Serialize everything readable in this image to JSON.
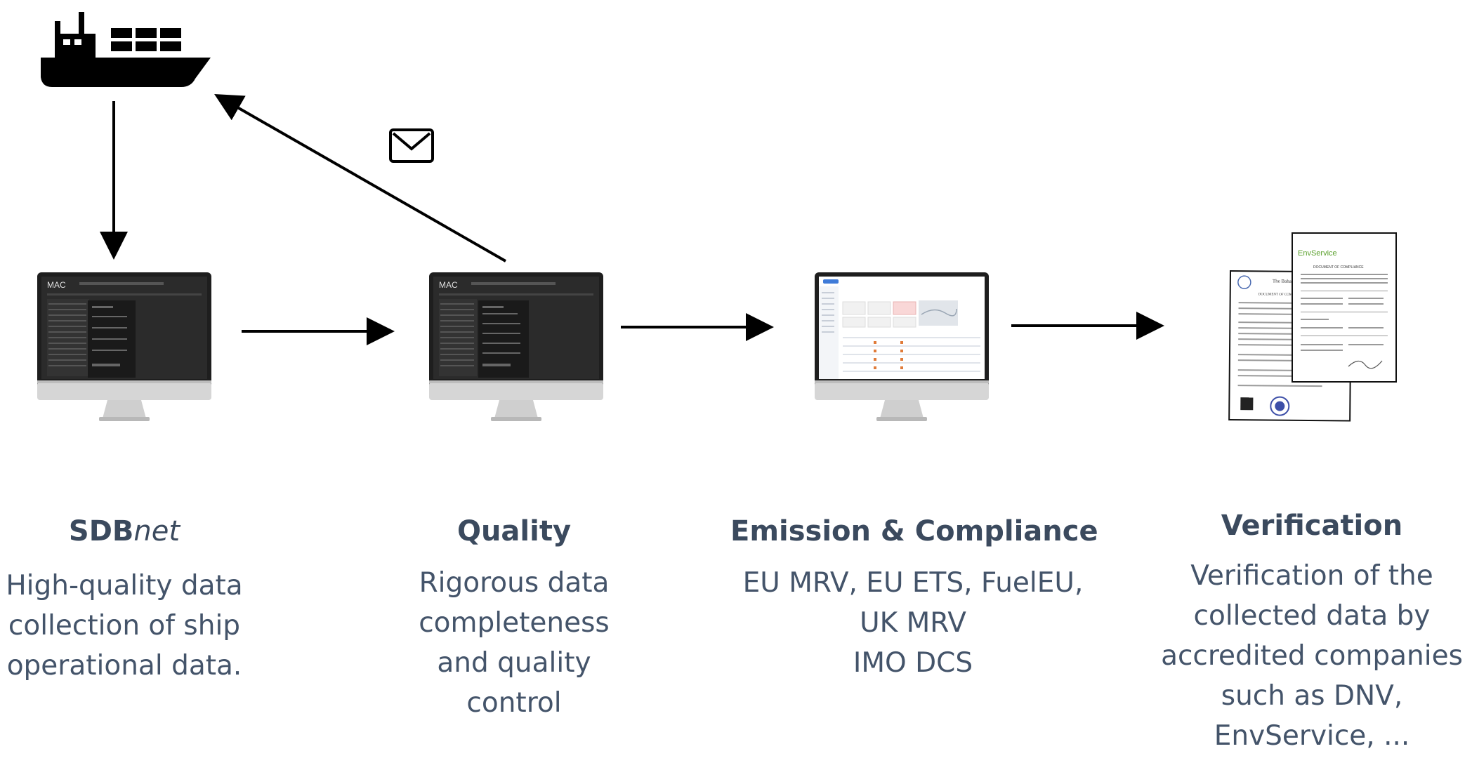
{
  "stages": [
    {
      "title_bold": "SDB",
      "title_italic": "net",
      "desc_lines": [
        "High-quality data",
        "collection of ship",
        "operational data."
      ]
    },
    {
      "title": "Quality",
      "desc_lines": [
        "Rigorous data",
        "completeness",
        "and quality",
        "control"
      ]
    },
    {
      "title": "Emission & Compliance",
      "desc_lines": [
        "EU MRV, EU ETS, FuelEU,",
        "UK MRV",
        "IMO DCS"
      ]
    },
    {
      "title": "Verification",
      "desc_lines": [
        "Verification of the",
        "collected data by",
        "accredited companies",
        "such as DNV,",
        "EnvService, ..."
      ]
    }
  ],
  "screens": {
    "app_logo": "MAC",
    "doc_front_logo": "EnvService",
    "doc_front_heading": "DOCUMENT OF COMPLIANCE",
    "doc_back_heading": "The Bahamas",
    "doc_back_subheading": "DOCUMENT OF COMPLIANCE"
  },
  "icons": [
    "ship-icon",
    "envelope-icon",
    "monitor-icon",
    "certificate-documents-icon"
  ],
  "colors": {
    "text": "#44546a",
    "title": "#3b4a5e",
    "arrow": "#000000",
    "envservice_green": "#5aa02c"
  }
}
